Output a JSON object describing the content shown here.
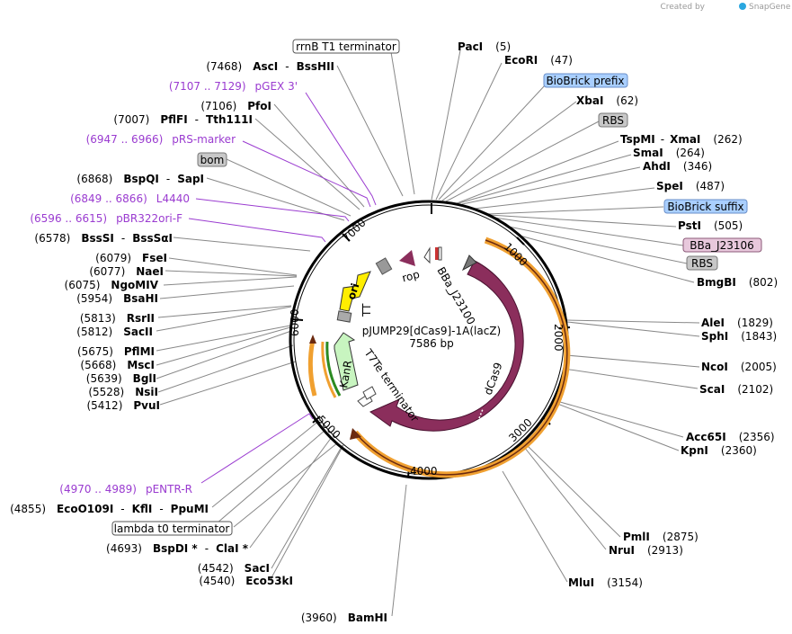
{
  "credit": {
    "text": "Created by",
    "brand": "SnapGene"
  },
  "map": {
    "name": "pJUMP29[dCas9]-1A(lacZ)",
    "length": "7586 bp",
    "ticks": [
      "1000",
      "2000",
      "3000",
      "4000",
      "5000",
      "6000",
      "7000"
    ]
  },
  "features": {
    "ori": "ori",
    "kanr": "KanR",
    "rop": "rop",
    "dcas9": "dCas9",
    "bba": "BBa_J23100",
    "t7": "T7Te terminator",
    "tt": "TT"
  },
  "boxed": {
    "rrnb": "rrnB T1 terminator",
    "prefix": "BioBrick prefix",
    "rbs1": "RBS",
    "bom": "bom",
    "suffix": "BioBrick suffix",
    "bba_j23106": "BBa_J23106",
    "rbs2": "RBS",
    "lambda": "lambda t0 terminator"
  },
  "sites_left": [
    {
      "pos": "(7468)",
      "name": "AscI",
      "name2": "BssHII"
    },
    {
      "pos": "(7106)",
      "name": "PfoI",
      "name2": ""
    },
    {
      "pos": "(7007)",
      "name": "PflFI",
      "name2": "Tth111I"
    },
    {
      "pos": "(6868)",
      "name": "BspQI",
      "name2": "SapI"
    },
    {
      "pos": "(6578)",
      "name": "BssSI",
      "name2": "BssSαI"
    },
    {
      "pos": "(6079)",
      "name": "FseI",
      "name2": ""
    },
    {
      "pos": "(6077)",
      "name": "NaeI",
      "name2": ""
    },
    {
      "pos": "(6075)",
      "name": "NgoMIV",
      "name2": ""
    },
    {
      "pos": "(5954)",
      "name": "BsaHI",
      "name2": ""
    },
    {
      "pos": "(5813)",
      "name": "RsrII",
      "name2": ""
    },
    {
      "pos": "(5812)",
      "name": "SacII",
      "name2": ""
    },
    {
      "pos": "(5675)",
      "name": "PflMI",
      "name2": ""
    },
    {
      "pos": "(5668)",
      "name": "MscI",
      "name2": ""
    },
    {
      "pos": "(5639)",
      "name": "BglI",
      "name2": ""
    },
    {
      "pos": "(5528)",
      "name": "NsiI",
      "name2": ""
    },
    {
      "pos": "(5412)",
      "name": "PvuI",
      "name2": ""
    },
    {
      "pos": "(4855)",
      "name": "EcoO109I",
      "name2": "KflI",
      "name3": "PpuMI"
    },
    {
      "pos": "(4693)",
      "name": "BspDI *",
      "name2": "ClaI *"
    },
    {
      "pos": "(4542)",
      "name": "SacI",
      "name2": ""
    },
    {
      "pos": "(4540)",
      "name": "Eco53kI",
      "name2": ""
    },
    {
      "pos": "(3960)",
      "name": "BamHI",
      "name2": ""
    }
  ],
  "sites_right": [
    {
      "name": "PacI",
      "pos": "(5)"
    },
    {
      "name": "EcoRI",
      "pos": "(47)"
    },
    {
      "name": "XbaI",
      "pos": "(62)"
    },
    {
      "name": "TspMI",
      "name2": "XmaI",
      "pos": "(262)"
    },
    {
      "name": "SmaI",
      "pos": "(264)"
    },
    {
      "name": "AhdI",
      "pos": "(346)"
    },
    {
      "name": "SpeI",
      "pos": "(487)"
    },
    {
      "name": "PstI",
      "pos": "(505)"
    },
    {
      "name": "BmgBI",
      "pos": "(802)"
    },
    {
      "name": "AleI",
      "pos": "(1829)"
    },
    {
      "name": "SphI",
      "pos": "(1843)"
    },
    {
      "name": "NcoI",
      "pos": "(2005)"
    },
    {
      "name": "ScaI",
      "pos": "(2102)"
    },
    {
      "name": "Acc65I",
      "pos": "(2356)"
    },
    {
      "name": "KpnI",
      "pos": "(2360)"
    },
    {
      "name": "PmlI",
      "pos": "(2875)"
    },
    {
      "name": "NruI",
      "pos": "(2913)"
    },
    {
      "name": "MluI",
      "pos": "(3154)"
    }
  ],
  "primers": [
    {
      "range": "(7107 .. 7129)",
      "name": "pGEX 3'"
    },
    {
      "range": "(6947 .. 6966)",
      "name": "pRS-marker"
    },
    {
      "range": "(6849 .. 6866)",
      "name": "L4440"
    },
    {
      "range": "(6596 .. 6615)",
      "name": "pBR322ori-F"
    },
    {
      "range": "(4970 .. 4989)",
      "name": "pENTR-R"
    }
  ],
  "colors": {
    "backbone": "#000000",
    "dcas9": "#8b2e5c",
    "orange": "#f0a030",
    "ori": "#ffee00",
    "kanr": "#c8f5c0",
    "primer": "#9a3bd0",
    "prefix_fill": "#a9cfff",
    "rbs_fill": "#c8c8c8",
    "bba_fill": "#e8c8dc"
  }
}
